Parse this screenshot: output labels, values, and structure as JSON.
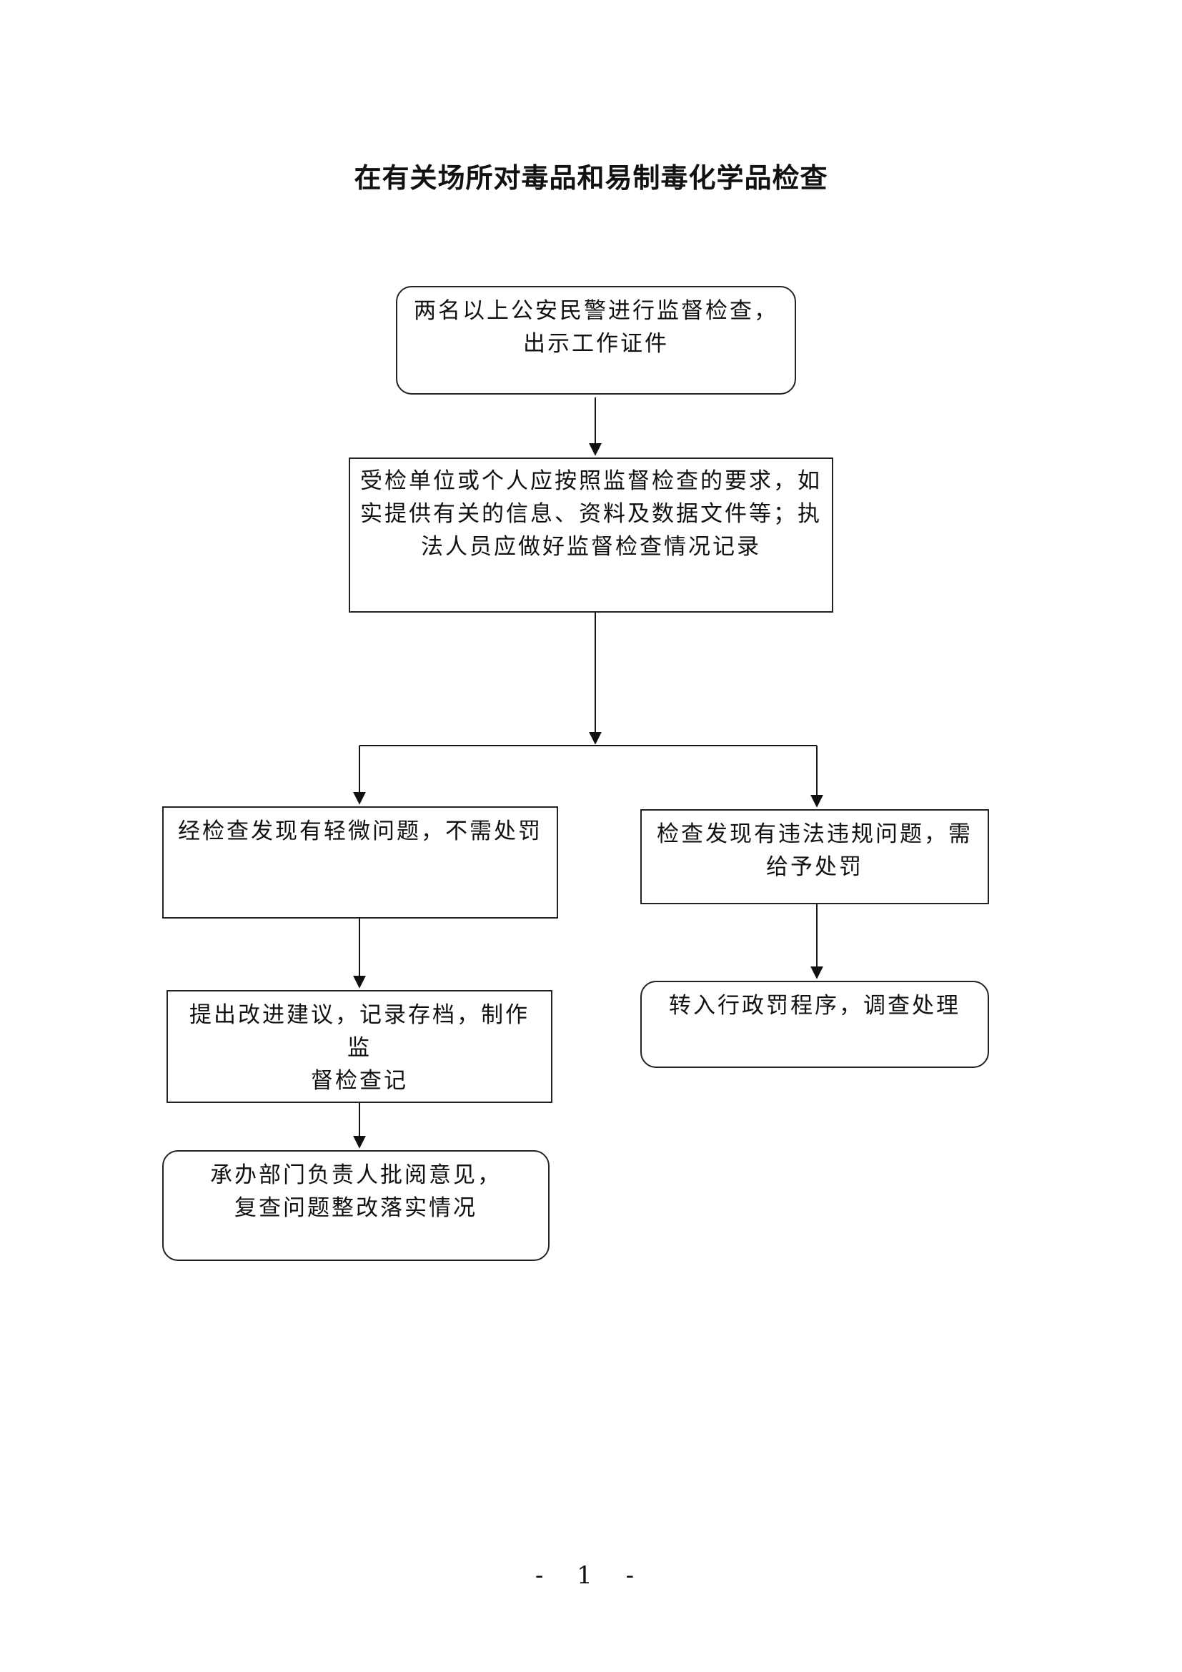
{
  "title": "在有关场所对毒品和易制毒化学品检查",
  "nodes": {
    "start": {
      "line1": "两名以上公安民警进行监督检查，",
      "line2": "出示工作证件"
    },
    "provide": {
      "line1": "受检单位或个人应按照监督检查的要求，如",
      "line2": "实提供有关的信息、资料及数据文件等；执",
      "line3": "法人员应做好监督检查情况记录"
    },
    "minor": {
      "line1": "经检查发现有轻微问题，不需处罚"
    },
    "violation": {
      "line1": "检查发现有违法违规问题，需",
      "line2": "给予处罚"
    },
    "suggest": {
      "line1": "提出改进建议，记录存档，制作监",
      "line2": "督检查记"
    },
    "penalty": {
      "line1": "转入行政罚程序，调查处理"
    },
    "approve": {
      "line1": "承办部门负责人批阅意见，",
      "line2": "复查问题整改落实情况"
    }
  },
  "page_number": "- 1 -"
}
